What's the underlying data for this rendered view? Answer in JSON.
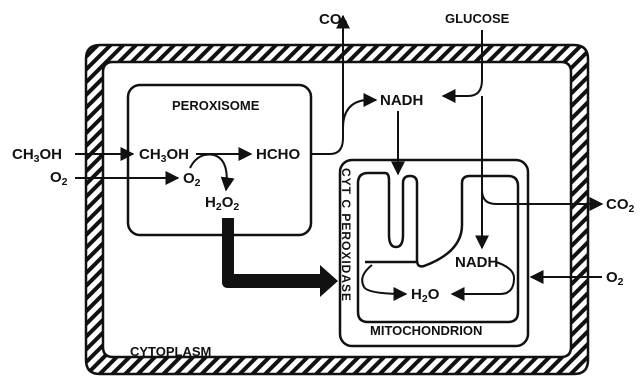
{
  "labels": {
    "glucose": "GLUCOSE",
    "co2_top": "CO",
    "co2_top_sub": "2",
    "peroxisome": "PEROXISOME",
    "nadh_top": "NADH",
    "ch3oh_out_a": "CH",
    "ch3oh_out_sub": "3",
    "ch3oh_out_b": "OH",
    "o2_left": "O",
    "o2_left_sub": "2",
    "ch3oh_in_a": "CH",
    "ch3oh_in_sub": "3",
    "ch3oh_in_b": "OH",
    "hcho": "HCHO",
    "o2_in": "O",
    "o2_in_sub": "2",
    "h2o2_a": "H",
    "h2o2_sub1": "2",
    "h2o2_b": "O",
    "h2o2_sub2": "2",
    "cyt_c_peroxidase": "CYT C PEROXIDASE",
    "co2_right": "CO",
    "co2_right_sub": "2",
    "nadh_mito": "NADH",
    "o2_right": "O",
    "o2_right_sub": "2",
    "h2o_a": "H",
    "h2o_sub": "2",
    "h2o_b": "O",
    "mitochondrion": "MITOCHONDRION",
    "cytoplasm": "CYTOPLASM"
  },
  "colors": {
    "ink": "#111111",
    "background": "#ffffff"
  }
}
